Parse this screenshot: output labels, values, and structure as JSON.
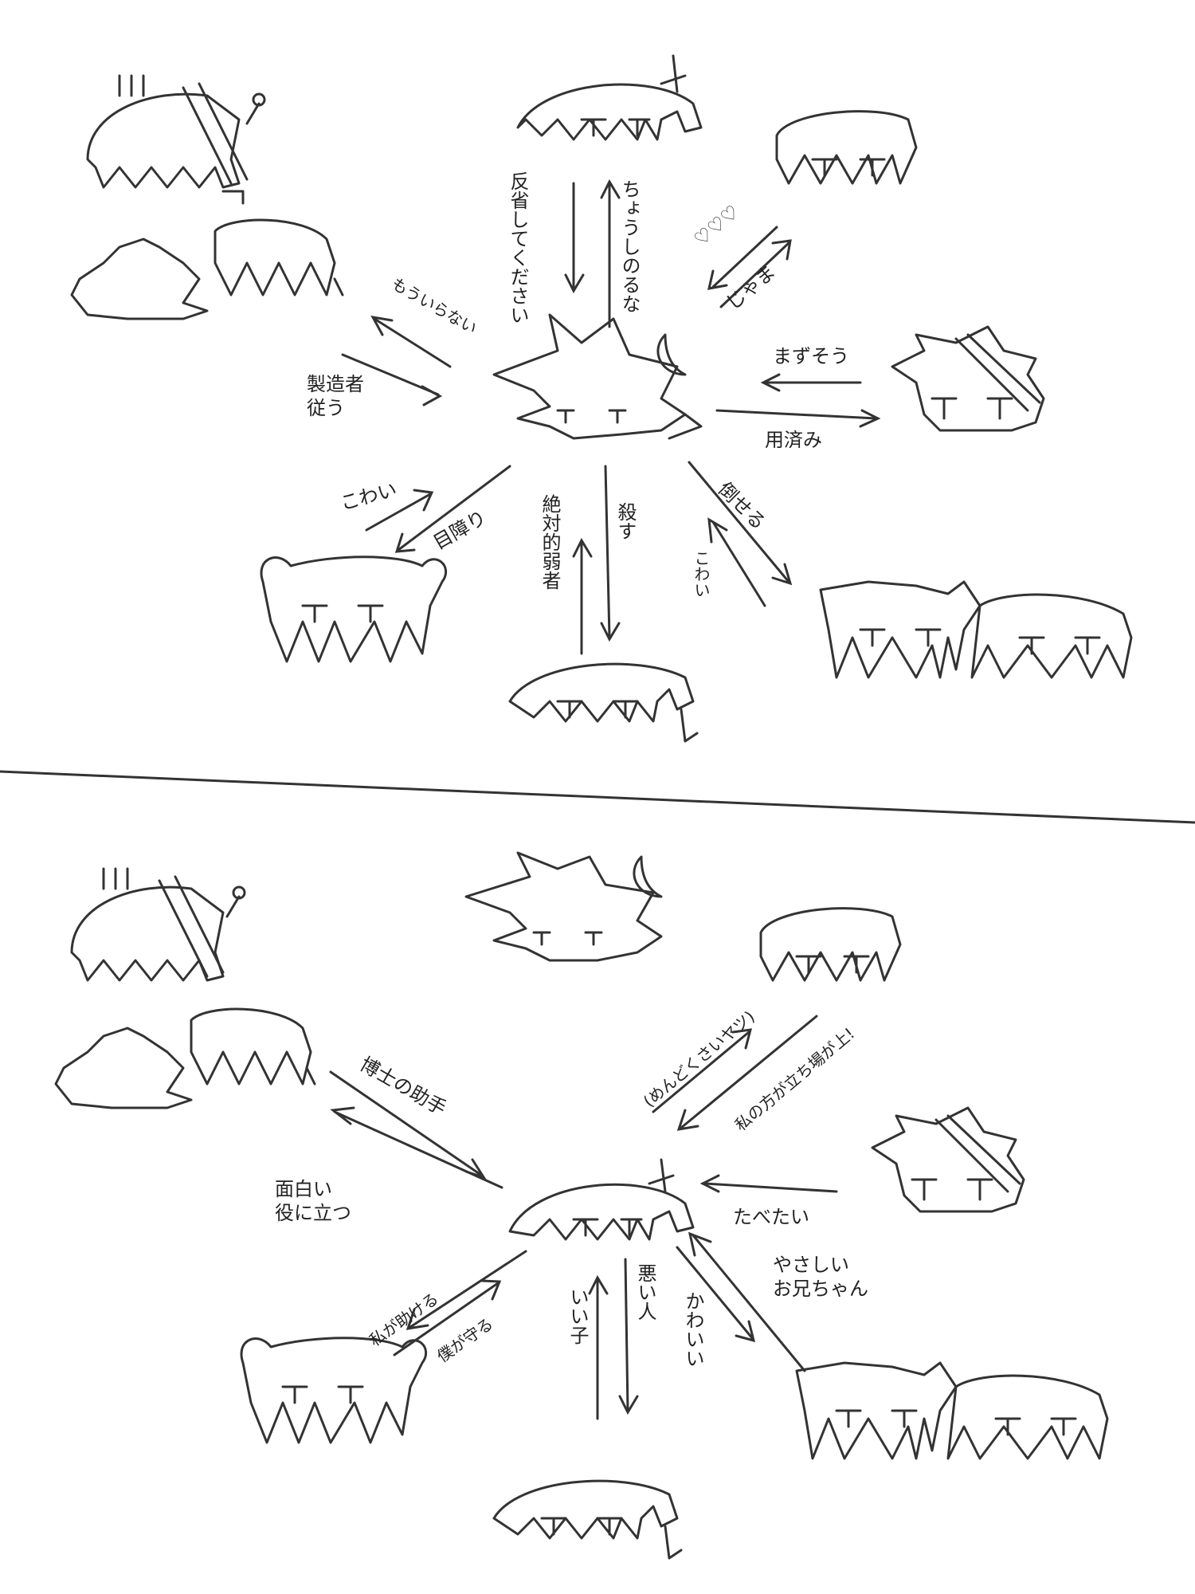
{
  "top_diagram": {
    "labels": {
      "up_out": "反省してください",
      "up_in": "ちょうしのるな",
      "ur_out": "じゃま",
      "ur_in": "♡♡♡",
      "r_out": "用済み",
      "r_in": "まずそう",
      "dr_out": "倒せる",
      "dr_in": "こわい",
      "d_out": "殺す",
      "d_in": "絶対的弱者",
      "dl_out": "目障り",
      "dl_in": "こわい",
      "ul_out": "製造者 従う",
      "ul_in": "もういらない"
    }
  },
  "bottom_diagram": {
    "labels": {
      "ur_in": "(めんどくさいヤツ)",
      "ur_out": "私の方が立ち場が上!",
      "r_in": "たべたい",
      "dr_in": "やさしい お兄ちゃん",
      "dr_out": "かわいい",
      "d_out": "悪い人",
      "d_in": "いい子",
      "dl_in": "私が助ける",
      "dl_in2": "僕が守る",
      "ul_out": "面白い 役に立つ",
      "ul_in": "博士の助手"
    }
  },
  "colors": {
    "ink": "#333333",
    "paper": "#ffffff"
  }
}
